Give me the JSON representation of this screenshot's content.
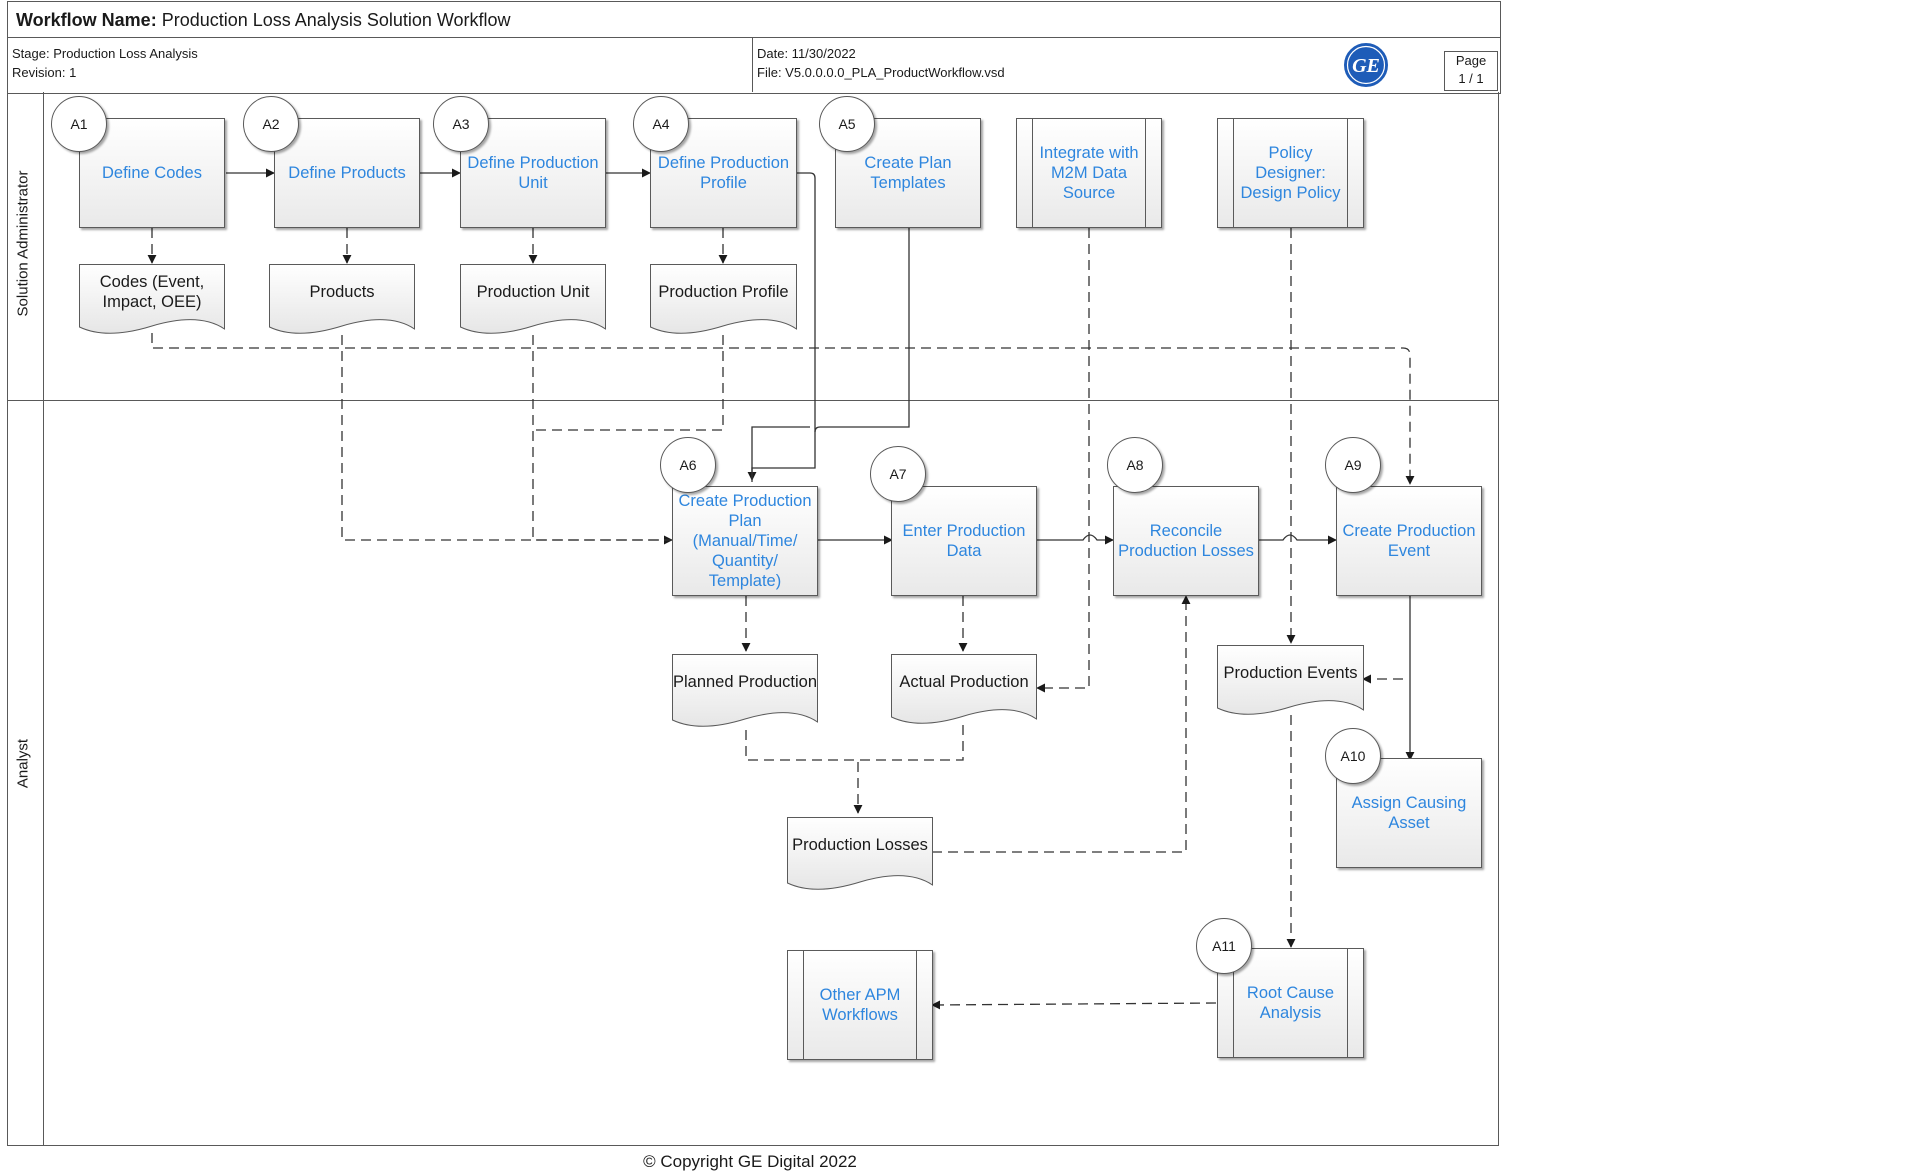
{
  "header": {
    "workflow_label": "Workflow Name:",
    "workflow_name": "Production Loss Analysis Solution Workflow",
    "stage": "Stage: Production Loss Analysis",
    "revision": "Revision: 1",
    "date": "Date: 11/30/2022",
    "file": "File: V5.0.0.0.0_PLA_ProductWorkflow.vsd",
    "page_label": "Page",
    "page_value": "1 / 1",
    "logo": "GE"
  },
  "lanes": [
    "Solution Administrator",
    "Analyst"
  ],
  "steps": {
    "a1": {
      "badge": "A1",
      "label": "Define Codes"
    },
    "a2": {
      "badge": "A2",
      "label": "Define Products"
    },
    "a3": {
      "badge": "A3",
      "label": "Define Production Unit"
    },
    "a4": {
      "badge": "A4",
      "label": "Define Production Profile"
    },
    "a5": {
      "badge": "A5",
      "label": "Create Plan Templates"
    },
    "a6": {
      "badge": "A6",
      "label": "Create Production Plan (Manual/Time/ Quantity/ Template)"
    },
    "a7": {
      "badge": "A7",
      "label": "Enter Production Data"
    },
    "a8": {
      "badge": "A8",
      "label": "Reconcile Production Losses"
    },
    "a9": {
      "badge": "A9",
      "label": "Create Production Event"
    },
    "a10": {
      "badge": "A10",
      "label": "Assign Causing Asset"
    },
    "a11": {
      "badge": "A11",
      "label": "Root Cause Analysis"
    }
  },
  "subprocesses": {
    "m2m": "Integrate with M2M Data Source",
    "policy": "Policy Designer: Design Policy",
    "other": "Other APM Workflows"
  },
  "documents": {
    "codes": "Codes (Event, Impact, OEE)",
    "products": "Products",
    "prod_unit": "Production Unit",
    "prod_profile": "Production Profile",
    "planned": "Planned Production",
    "actual": "Actual Production",
    "events": "Production Events",
    "losses": "Production Losses"
  },
  "footer": {
    "copyright": "© Copyright GE Digital 2022"
  }
}
